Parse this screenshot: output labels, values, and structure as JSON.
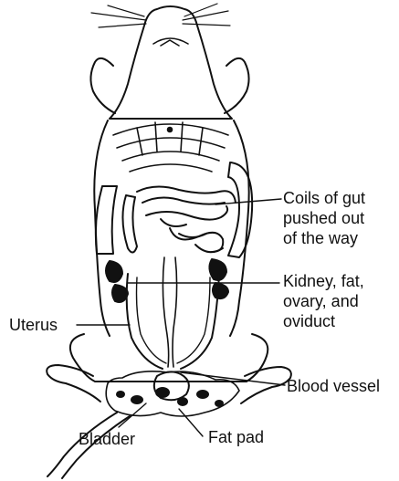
{
  "labels": {
    "coils_line1": "Coils of gut",
    "coils_line2": "pushed out",
    "coils_line3": "of the way",
    "kidney_line1": "Kidney, fat,",
    "kidney_line2": "ovary, and",
    "kidney_line3": "oviduct",
    "uterus": "Uterus",
    "blood_vessel": "Blood vessel",
    "bladder": "Bladder",
    "fat_pad": "Fat pad"
  },
  "colors": {
    "ink": "#111111",
    "background": "#ffffff"
  }
}
